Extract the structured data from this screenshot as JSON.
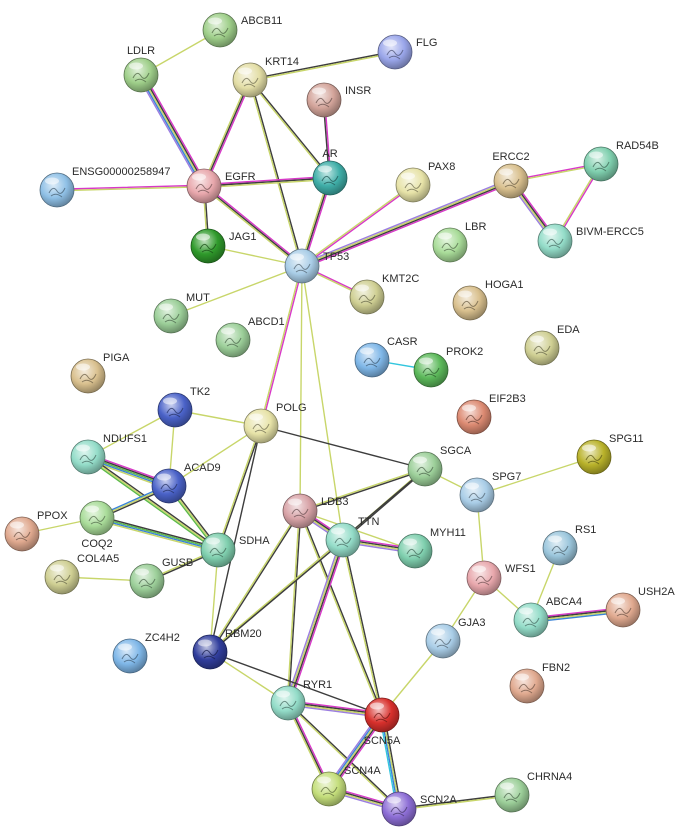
{
  "palette": {
    "skyblue": "#8fc0e6",
    "moss": "#9fcf8a",
    "khaki": "#e3dea6",
    "lavender": "#9aa6ea",
    "rosybrown": "#d3a49a",
    "pink": "#e8a7ac",
    "teal": "#3faea8",
    "paleyellow": "#e7e3a8",
    "green": "#2f9a2b",
    "lightblue": "#a9cde7",
    "seagreen": "#7fcfae",
    "palegreen": "#a9dc99",
    "tan": "#d9c08e",
    "olive": "#cfcf93",
    "brightsky": "#7fb7e8",
    "forest": "#5cb95a",
    "salmon": "#dc8a72",
    "peach": "#e0a98f",
    "navyblue": "#4a62c8",
    "mint": "#93dcc8",
    "grass": "#8fc96d",
    "red": "#d8302c",
    "purple": "#8d6ed6",
    "sage": "#9ccf99",
    "mustard": "#b9b22a",
    "lime": "#c4de7b",
    "deepnavy": "#303d9c",
    "mauve": "#d8a3a7",
    "tealblue": "#9bc6dc"
  },
  "edge_colors": {
    "pink": "#d838c8",
    "yellow": "#c8d66a",
    "blue": "#3a83d8",
    "cyan": "#33c6de",
    "black": "#3d3d3d",
    "green": "#5dba4a",
    "lavender": "#9b7de0"
  },
  "nodes": [
    {
      "id": "ABCB11",
      "label": "ABCB11",
      "color": "moss"
    },
    {
      "id": "LDLR",
      "label": "LDLR",
      "color": "moss"
    },
    {
      "id": "KRT14",
      "label": "KRT14",
      "color": "khaki"
    },
    {
      "id": "FLG",
      "label": "FLG",
      "color": "lavender"
    },
    {
      "id": "INSR",
      "label": "INSR",
      "color": "rosybrown"
    },
    {
      "id": "ENSG00000258947",
      "label": "ENSG00000258947",
      "color": "skyblue"
    },
    {
      "id": "EGFR",
      "label": "EGFR",
      "color": "pink"
    },
    {
      "id": "AR",
      "label": "AR",
      "color": "teal"
    },
    {
      "id": "PAX8",
      "label": "PAX8",
      "color": "paleyellow"
    },
    {
      "id": "ERCC2",
      "label": "ERCC2",
      "color": "tan"
    },
    {
      "id": "RAD54B",
      "label": "RAD54B",
      "color": "seagreen"
    },
    {
      "id": "BIVM-ERCC5",
      "label": "BIVM-ERCC5",
      "color": "mint"
    },
    {
      "id": "JAG1",
      "label": "JAG1",
      "color": "green"
    },
    {
      "id": "TP53",
      "label": "TP53",
      "color": "lightblue"
    },
    {
      "id": "LBR",
      "label": "LBR",
      "color": "palegreen"
    },
    {
      "id": "KMT2C",
      "label": "KMT2C",
      "color": "olive"
    },
    {
      "id": "HOGA1",
      "label": "HOGA1",
      "color": "tan"
    },
    {
      "id": "MUT",
      "label": "MUT",
      "color": "sage"
    },
    {
      "id": "ABCD1",
      "label": "ABCD1",
      "color": "sage"
    },
    {
      "id": "CASR",
      "label": "CASR",
      "color": "brightsky"
    },
    {
      "id": "PROK2",
      "label": "PROK2",
      "color": "forest"
    },
    {
      "id": "EDA",
      "label": "EDA",
      "color": "olive"
    },
    {
      "id": "PIGA",
      "label": "PIGA",
      "color": "tan"
    },
    {
      "id": "EIF2B3",
      "label": "EIF2B3",
      "color": "salmon"
    },
    {
      "id": "TK2",
      "label": "TK2",
      "color": "navyblue"
    },
    {
      "id": "POLG",
      "label": "POLG",
      "color": "paleyellow"
    },
    {
      "id": "NDUFS1",
      "label": "NDUFS1",
      "color": "mint"
    },
    {
      "id": "SGCA",
      "label": "SGCA",
      "color": "sage"
    },
    {
      "id": "SPG11",
      "label": "SPG11",
      "color": "mustard"
    },
    {
      "id": "ACAD9",
      "label": "ACAD9",
      "color": "navyblue"
    },
    {
      "id": "SPG7",
      "label": "SPG7",
      "color": "lightblue"
    },
    {
      "id": "PPOX",
      "label": "PPOX",
      "color": "peach"
    },
    {
      "id": "COQ2",
      "label": "COQ2",
      "color": "palegreen"
    },
    {
      "id": "LDB3",
      "label": "LDB3",
      "color": "mauve"
    },
    {
      "id": "TTN",
      "label": "TTN",
      "color": "mint"
    },
    {
      "id": "MYH11",
      "label": "MYH11",
      "color": "seagreen"
    },
    {
      "id": "SDHA",
      "label": "SDHA",
      "color": "seagreen"
    },
    {
      "id": "RS1",
      "label": "RS1",
      "color": "tealblue"
    },
    {
      "id": "COL4A5",
      "label": "COL4A5",
      "color": "olive"
    },
    {
      "id": "GUSB",
      "label": "GUSB",
      "color": "sage"
    },
    {
      "id": "WFS1",
      "label": "WFS1",
      "color": "pink"
    },
    {
      "id": "USH2A",
      "label": "USH2A",
      "color": "peach"
    },
    {
      "id": "ABCA4",
      "label": "ABCA4",
      "color": "mint"
    },
    {
      "id": "ZC4H2",
      "label": "ZC4H2",
      "color": "brightsky"
    },
    {
      "id": "RBM20",
      "label": "RBM20",
      "color": "deepnavy"
    },
    {
      "id": "GJA3",
      "label": "GJA3",
      "color": "lightblue"
    },
    {
      "id": "FBN2",
      "label": "FBN2",
      "color": "peach"
    },
    {
      "id": "RYR1",
      "label": "RYR1",
      "color": "mint"
    },
    {
      "id": "SCN5A",
      "label": "SCN5A",
      "color": "red"
    },
    {
      "id": "SCN4A",
      "label": "SCN4A",
      "color": "lime"
    },
    {
      "id": "CHRNA4",
      "label": "CHRNA4",
      "color": "sage"
    },
    {
      "id": "SCN2A",
      "label": "SCN2A",
      "color": "purple"
    }
  ],
  "edges": [
    {
      "source": "ABCB11",
      "target": "LDLR",
      "colors": [
        "yellow"
      ]
    },
    {
      "source": "LDLR",
      "target": "EGFR",
      "colors": [
        "pink",
        "black",
        "yellow",
        "blue",
        "lavender"
      ]
    },
    {
      "source": "KRT14",
      "target": "FLG",
      "colors": [
        "black",
        "yellow"
      ]
    },
    {
      "source": "KRT14",
      "target": "EGFR",
      "colors": [
        "pink",
        "black",
        "yellow"
      ]
    },
    {
      "source": "KRT14",
      "target": "AR",
      "colors": [
        "black",
        "yellow"
      ]
    },
    {
      "source": "KRT14",
      "target": "TP53",
      "colors": [
        "black",
        "yellow"
      ]
    },
    {
      "source": "INSR",
      "target": "AR",
      "colors": [
        "pink",
        "black"
      ]
    },
    {
      "source": "ENSG00000258947",
      "target": "EGFR",
      "colors": [
        "pink",
        "yellow"
      ]
    },
    {
      "source": "EGFR",
      "target": "AR",
      "colors": [
        "pink",
        "black",
        "yellow"
      ]
    },
    {
      "source": "EGFR",
      "target": "JAG1",
      "colors": [
        "black",
        "yellow"
      ]
    },
    {
      "source": "EGFR",
      "target": "TP53",
      "colors": [
        "pink",
        "black",
        "yellow"
      ]
    },
    {
      "source": "AR",
      "target": "TP53",
      "colors": [
        "pink",
        "black",
        "yellow"
      ]
    },
    {
      "source": "PAX8",
      "target": "TP53",
      "colors": [
        "pink",
        "yellow"
      ]
    },
    {
      "source": "ERCC2",
      "target": "TP53",
      "colors": [
        "pink",
        "black",
        "yellow",
        "lavender"
      ]
    },
    {
      "source": "ERCC2",
      "target": "RAD54B",
      "colors": [
        "pink",
        "yellow"
      ]
    },
    {
      "source": "ERCC2",
      "target": "BIVM-ERCC5",
      "colors": [
        "pink",
        "black",
        "yellow",
        "lavender"
      ]
    },
    {
      "source": "RAD54B",
      "target": "BIVM-ERCC5",
      "colors": [
        "pink",
        "yellow"
      ]
    },
    {
      "source": "JAG1",
      "target": "TP53",
      "colors": [
        "yellow"
      ]
    },
    {
      "source": "TP53",
      "target": "KMT2C",
      "colors": [
        "pink",
        "yellow"
      ]
    },
    {
      "source": "TP53",
      "target": "MUT",
      "colors": [
        "yellow"
      ]
    },
    {
      "source": "TP53",
      "target": "POLG",
      "colors": [
        "pink",
        "yellow"
      ]
    },
    {
      "source": "TP53",
      "target": "LDB3",
      "colors": [
        "yellow"
      ]
    },
    {
      "source": "TP53",
      "target": "TTN",
      "colors": [
        "yellow"
      ]
    },
    {
      "source": "CASR",
      "target": "PROK2",
      "colors": [
        "cyan"
      ]
    },
    {
      "source": "TK2",
      "target": "POLG",
      "colors": [
        "yellow"
      ]
    },
    {
      "source": "TK2",
      "target": "NDUFS1",
      "colors": [
        "yellow"
      ]
    },
    {
      "source": "TK2",
      "target": "ACAD9",
      "colors": [
        "yellow"
      ]
    },
    {
      "source": "POLG",
      "target": "SGCA",
      "colors": [
        "black"
      ]
    },
    {
      "source": "POLG",
      "target": "SDHA",
      "colors": [
        "black",
        "yellow"
      ]
    },
    {
      "source": "POLG",
      "target": "ACAD9",
      "colors": [
        "yellow"
      ]
    },
    {
      "source": "POLG",
      "target": "RBM20",
      "colors": [
        "black"
      ]
    },
    {
      "source": "NDUFS1",
      "target": "ACAD9",
      "colors": [
        "pink",
        "black",
        "green",
        "blue",
        "yellow"
      ]
    },
    {
      "source": "NDUFS1",
      "target": "SDHA",
      "colors": [
        "black",
        "yellow",
        "green"
      ]
    },
    {
      "source": "SGCA",
      "target": "LDB3",
      "colors": [
        "black",
        "yellow"
      ]
    },
    {
      "source": "SGCA",
      "target": "TTN",
      "colors": [
        "black",
        "yellow"
      ]
    },
    {
      "source": "SGCA",
      "target": "SPG7",
      "colors": [
        "yellow"
      ]
    },
    {
      "source": "SGCA",
      "target": "RBM20",
      "colors": [
        "black"
      ]
    },
    {
      "source": "SPG11",
      "target": "SPG7",
      "colors": [
        "yellow"
      ]
    },
    {
      "source": "ACAD9",
      "target": "SDHA",
      "colors": [
        "black",
        "yellow",
        "green"
      ]
    },
    {
      "source": "ACAD9",
      "target": "COQ2",
      "colors": [
        "black",
        "yellow",
        "blue"
      ]
    },
    {
      "source": "SPG7",
      "target": "WFS1",
      "colors": [
        "yellow"
      ]
    },
    {
      "source": "PPOX",
      "target": "COQ2",
      "colors": [
        "yellow"
      ]
    },
    {
      "source": "COQ2",
      "target": "SDHA",
      "colors": [
        "black",
        "green",
        "blue",
        "yellow"
      ]
    },
    {
      "source": "LDB3",
      "target": "TTN",
      "colors": [
        "pink",
        "black",
        "yellow",
        "lavender"
      ]
    },
    {
      "source": "LDB3",
      "target": "MYH11",
      "colors": [
        "yellow"
      ]
    },
    {
      "source": "LDB3",
      "target": "RBM20",
      "colors": [
        "black",
        "yellow"
      ]
    },
    {
      "source": "LDB3",
      "target": "RYR1",
      "colors": [
        "black",
        "yellow"
      ]
    },
    {
      "source": "LDB3",
      "target": "SCN5A",
      "colors": [
        "black",
        "yellow"
      ]
    },
    {
      "source": "TTN",
      "target": "MYH11",
      "colors": [
        "pink",
        "black",
        "yellow",
        "lavender"
      ]
    },
    {
      "source": "TTN",
      "target": "RBM20",
      "colors": [
        "black",
        "yellow"
      ]
    },
    {
      "source": "TTN",
      "target": "RYR1",
      "colors": [
        "pink",
        "black",
        "yellow",
        "lavender"
      ]
    },
    {
      "source": "TTN",
      "target": "SCN5A",
      "colors": [
        "black",
        "yellow"
      ]
    },
    {
      "source": "SDHA",
      "target": "GUSB",
      "colors": [
        "black",
        "yellow"
      ]
    },
    {
      "source": "SDHA",
      "target": "RBM20",
      "colors": [
        "yellow"
      ]
    },
    {
      "source": "COL4A5",
      "target": "GUSB",
      "colors": [
        "yellow"
      ]
    },
    {
      "source": "RS1",
      "target": "ABCA4",
      "colors": [
        "yellow"
      ]
    },
    {
      "source": "WFS1",
      "target": "ABCA4",
      "colors": [
        "yellow"
      ]
    },
    {
      "source": "WFS1",
      "target": "GJA3",
      "colors": [
        "yellow"
      ]
    },
    {
      "source": "ABCA4",
      "target": "USH2A",
      "colors": [
        "pink",
        "black",
        "yellow",
        "blue"
      ]
    },
    {
      "source": "GJA3",
      "target": "SCN5A",
      "colors": [
        "yellow"
      ]
    },
    {
      "source": "RBM20",
      "target": "SCN5A",
      "colors": [
        "black"
      ]
    },
    {
      "source": "RBM20",
      "target": "RYR1",
      "colors": [
        "yellow"
      ]
    },
    {
      "source": "RYR1",
      "target": "SCN5A",
      "colors": [
        "pink",
        "black",
        "yellow",
        "lavender"
      ]
    },
    {
      "source": "RYR1",
      "target": "SCN4A",
      "colors": [
        "pink",
        "black",
        "yellow"
      ]
    },
    {
      "source": "RYR1",
      "target": "SCN2A",
      "colors": [
        "black",
        "yellow"
      ]
    },
    {
      "source": "SCN5A",
      "target": "SCN4A",
      "colors": [
        "pink",
        "black",
        "yellow",
        "blue",
        "lavender"
      ]
    },
    {
      "source": "SCN5A",
      "target": "SCN2A",
      "colors": [
        "black",
        "yellow",
        "blue",
        "cyan"
      ]
    },
    {
      "source": "SCN4A",
      "target": "SCN2A",
      "colors": [
        "pink",
        "black",
        "yellow",
        "lavender"
      ]
    },
    {
      "source": "SCN2A",
      "target": "CHRNA4",
      "colors": [
        "black",
        "yellow"
      ]
    }
  ]
}
